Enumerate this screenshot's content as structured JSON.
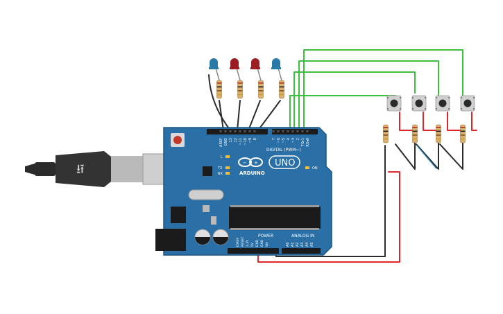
{
  "board": {
    "brand": "ARDUINO",
    "model": "UNO",
    "digital_label": "DIGITAL (PWM~)",
    "power_label": "POWER",
    "analog_label": "ANALOG IN",
    "on_label": "ON",
    "l_label": "L",
    "tx_label": "TX",
    "rx_label": "RX",
    "top_pins": [
      "AREF",
      "GND",
      "13",
      "12",
      "~11",
      "~10",
      "~9",
      "8",
      "7",
      "~6",
      "~5",
      "4",
      "~3",
      "2",
      "TX▸1",
      "RX◂0"
    ],
    "power_pins": [
      "IOREF",
      "RESET",
      "3.3V",
      "5V",
      "GND",
      "GND",
      "Vin"
    ],
    "analog_pins": [
      "A0",
      "A1",
      "A2",
      "A3",
      "A4",
      "A5"
    ]
  },
  "colors": {
    "board": "#2a6fa6",
    "board_edge": "#1d5480",
    "wire_green": "#3fbf3f",
    "wire_red": "#e0262a",
    "wire_black": "#2b2b2b",
    "led_blue": "#2a7aa8",
    "led_red": "#9b1e24",
    "usb_gray": "#b9b9b9"
  },
  "leds": [
    "blue",
    "red",
    "red",
    "blue"
  ],
  "buttons": 4
}
